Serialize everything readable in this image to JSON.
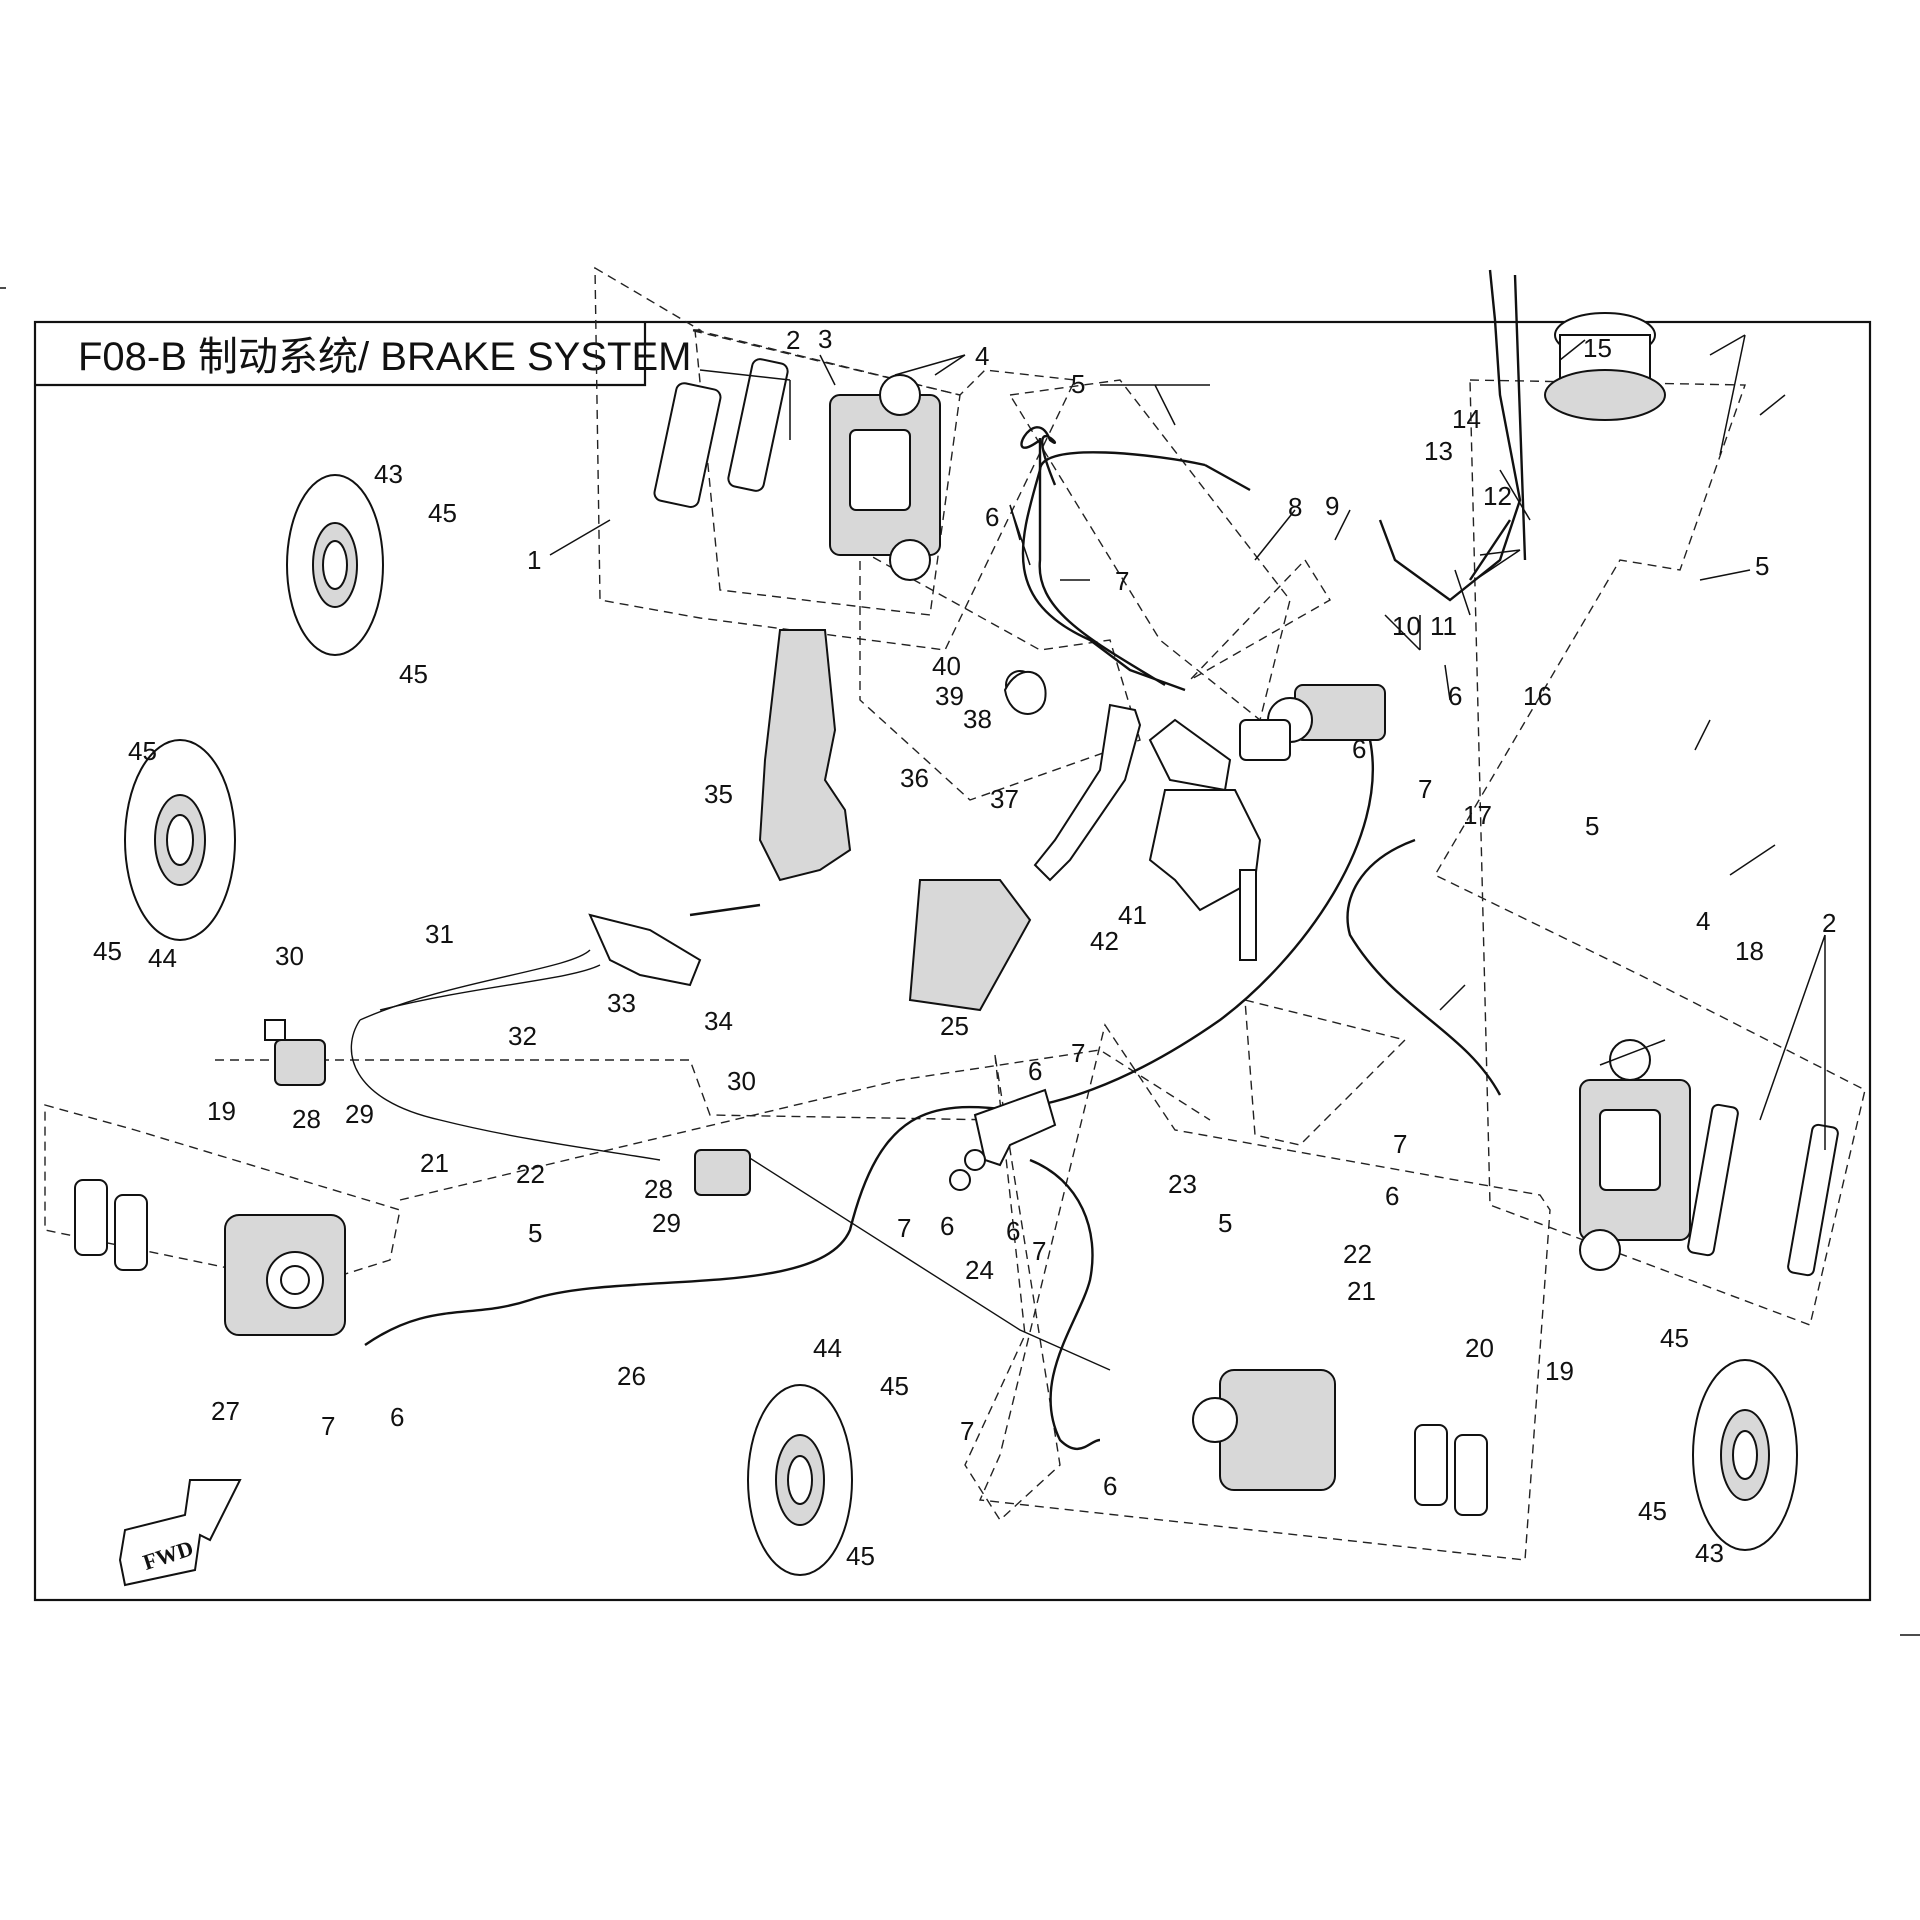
{
  "title": "F08-B 制动系统/ BRAKE SYSTEM",
  "direction_label": "FWD",
  "callouts": [
    "1",
    "2",
    "3",
    "4",
    "5",
    "6",
    "7",
    "8",
    "9",
    "10",
    "11",
    "12",
    "13",
    "14",
    "15",
    "16",
    "17",
    "18",
    "19",
    "20",
    "21",
    "22",
    "23",
    "24",
    "25",
    "26",
    "27",
    "28",
    "29",
    "30",
    "31",
    "32",
    "33",
    "34",
    "35",
    "36",
    "37",
    "38",
    "39",
    "40",
    "41",
    "42",
    "43",
    "44",
    "45"
  ]
}
